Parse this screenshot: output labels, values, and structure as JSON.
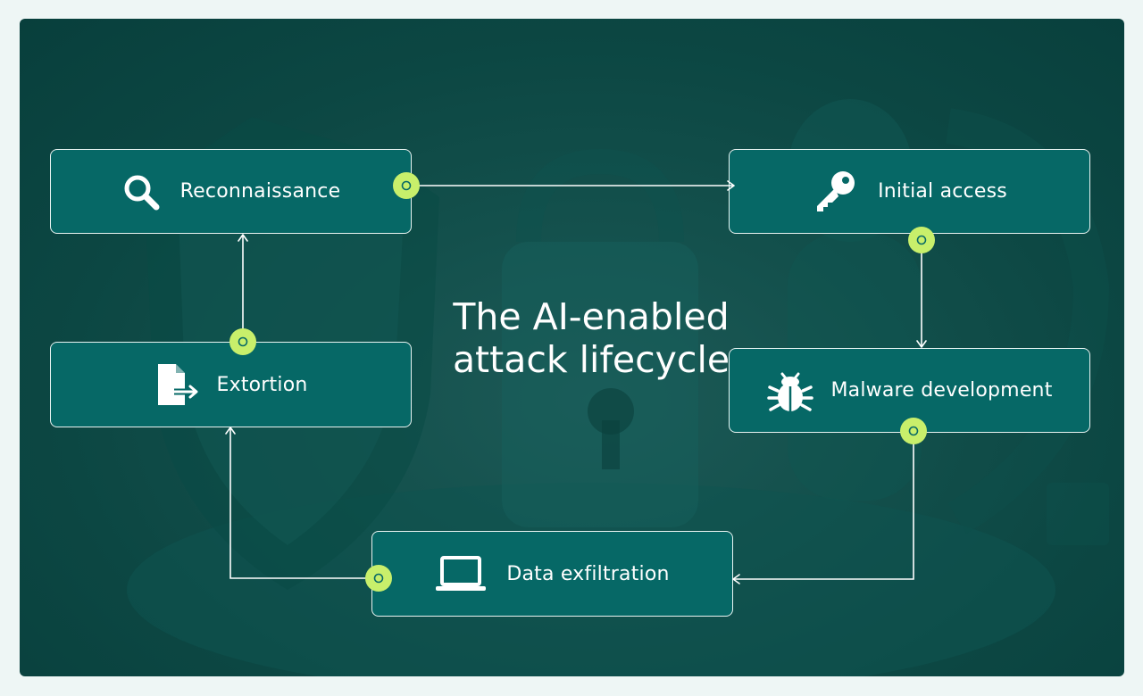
{
  "title": {
    "line1": "The AI-enabled",
    "line2": "attack lifecycle"
  },
  "colors": {
    "node_fill": "#066866",
    "node_border": "#e9f4f2",
    "connector_dot": "#c8ef6b",
    "line": "#ffffff"
  },
  "nodes": [
    {
      "id": "reconnaissance",
      "label": "Reconnaissance",
      "icon": "search-icon"
    },
    {
      "id": "initial-access",
      "label": "Initial access",
      "icon": "key-icon"
    },
    {
      "id": "malware-development",
      "label": "Malware development",
      "icon": "bug-icon"
    },
    {
      "id": "data-exfiltration",
      "label": "Data exfiltration",
      "icon": "laptop-icon"
    },
    {
      "id": "extortion",
      "label": "Extortion",
      "icon": "file-export-icon"
    }
  ],
  "edges": [
    {
      "from": "reconnaissance",
      "to": "initial-access"
    },
    {
      "from": "initial-access",
      "to": "malware-development"
    },
    {
      "from": "malware-development",
      "to": "data-exfiltration"
    },
    {
      "from": "data-exfiltration",
      "to": "extortion"
    },
    {
      "from": "extortion",
      "to": "reconnaissance"
    }
  ]
}
